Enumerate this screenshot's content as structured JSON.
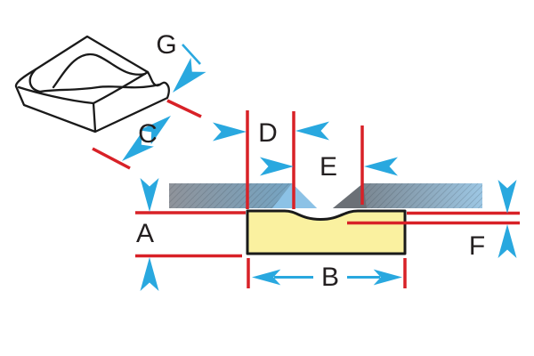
{
  "diagram": {
    "kind": "weld-joint-backing-bar-dimension-diagram",
    "labels": {
      "a": "A",
      "b": "B",
      "c": "C",
      "d": "D",
      "e": "E",
      "f": "F",
      "g": "G"
    }
  },
  "colors": {
    "dimension_line_red": "#d82127",
    "arrow_blue": "#29a8df",
    "backing_bar_yellow": "#faf1a0",
    "plate_gray": "#8f939a",
    "plate_steel_blue": "#6fa8cc",
    "plate_dark_gray": "#72777d",
    "plate_light_blue": "#9dc7e4",
    "bevel_light_blue": "#8cc2e6",
    "bevel_dark_gray": "#6b7076",
    "outline_black": "#1a1a1a"
  }
}
